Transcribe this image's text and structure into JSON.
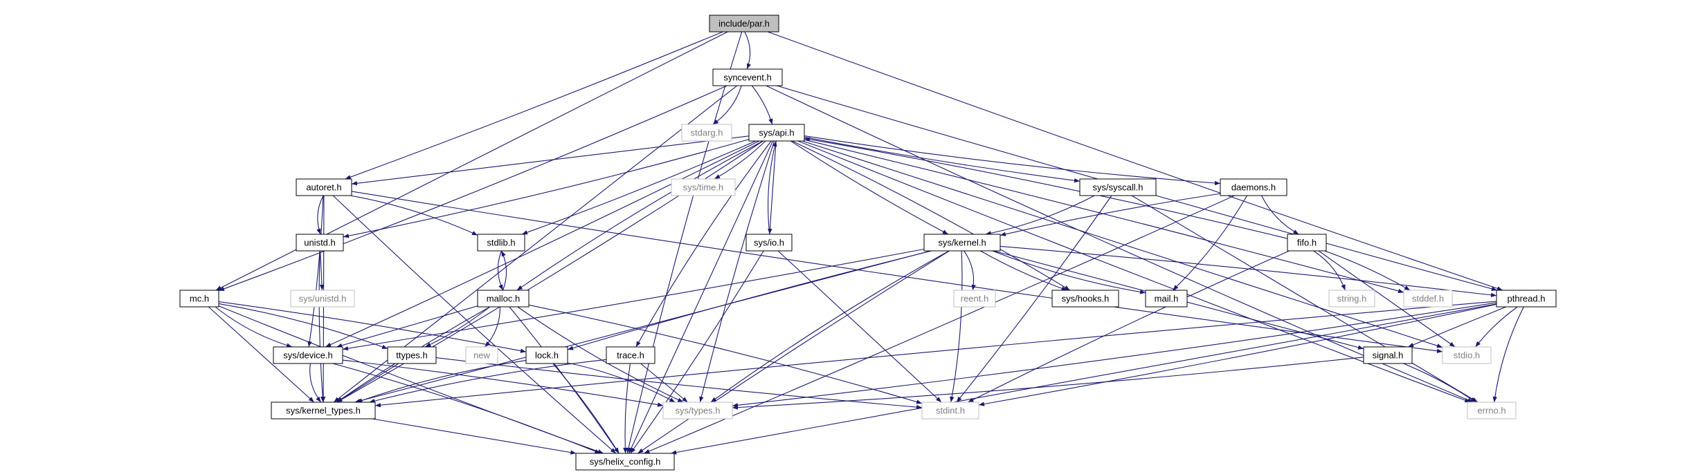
{
  "diagram": {
    "type": "include-dependency-graph",
    "root": "include/par.h",
    "colors": {
      "edge": "#191970",
      "root_fill": "#bfbfbf",
      "node_border": "#000000",
      "external_border": "#bfbfbf",
      "external_text": "#808080",
      "node_text": "#000000",
      "background": "#ffffff"
    },
    "nodes": [
      {
        "id": "par",
        "label": "include/par.h",
        "kind": "root"
      },
      {
        "id": "syncevent",
        "label": "syncevent.h",
        "kind": "file"
      },
      {
        "id": "stdarg",
        "label": "stdarg.h",
        "kind": "external"
      },
      {
        "id": "api",
        "label": "sys/api.h",
        "kind": "file"
      },
      {
        "id": "time",
        "label": "sys/time.h",
        "kind": "external"
      },
      {
        "id": "autoret",
        "label": "autoret.h",
        "kind": "file"
      },
      {
        "id": "syscall",
        "label": "sys/syscall.h",
        "kind": "file"
      },
      {
        "id": "daemons",
        "label": "daemons.h",
        "kind": "file"
      },
      {
        "id": "unistd",
        "label": "unistd.h",
        "kind": "file"
      },
      {
        "id": "stdlib",
        "label": "stdlib.h",
        "kind": "file"
      },
      {
        "id": "io",
        "label": "sys/io.h",
        "kind": "file"
      },
      {
        "id": "kernel",
        "label": "sys/kernel.h",
        "kind": "file"
      },
      {
        "id": "fifo",
        "label": "fifo.h",
        "kind": "file"
      },
      {
        "id": "sysunistd",
        "label": "sys/unistd.h",
        "kind": "external"
      },
      {
        "id": "mc",
        "label": "mc.h",
        "kind": "file"
      },
      {
        "id": "malloc",
        "label": "malloc.h",
        "kind": "file"
      },
      {
        "id": "reent",
        "label": "reent.h",
        "kind": "external"
      },
      {
        "id": "hooks",
        "label": "sys/hooks.h",
        "kind": "file"
      },
      {
        "id": "mail",
        "label": "mail.h",
        "kind": "file"
      },
      {
        "id": "string",
        "label": "string.h",
        "kind": "external"
      },
      {
        "id": "stddef",
        "label": "stddef.h",
        "kind": "external"
      },
      {
        "id": "pthread",
        "label": "pthread.h",
        "kind": "file"
      },
      {
        "id": "device",
        "label": "sys/device.h",
        "kind": "file"
      },
      {
        "id": "ttypes",
        "label": "ttypes.h",
        "kind": "file"
      },
      {
        "id": "new",
        "label": "new",
        "kind": "external"
      },
      {
        "id": "lock",
        "label": "lock.h",
        "kind": "file"
      },
      {
        "id": "trace",
        "label": "trace.h",
        "kind": "file"
      },
      {
        "id": "signal",
        "label": "signal.h",
        "kind": "file"
      },
      {
        "id": "stdio",
        "label": "stdio.h",
        "kind": "external"
      },
      {
        "id": "ktypes",
        "label": "sys/kernel_types.h",
        "kind": "file"
      },
      {
        "id": "types",
        "label": "sys/types.h",
        "kind": "external"
      },
      {
        "id": "stdint",
        "label": "stdint.h",
        "kind": "external"
      },
      {
        "id": "errno",
        "label": "errno.h",
        "kind": "external"
      },
      {
        "id": "helix",
        "label": "sys/helix_config.h",
        "kind": "file"
      }
    ],
    "edges": [
      [
        "par",
        "syncevent"
      ],
      [
        "par",
        "autoret"
      ],
      [
        "par",
        "mc"
      ],
      [
        "par",
        "pthread"
      ],
      [
        "par",
        "helix"
      ],
      [
        "syncevent",
        "stdarg"
      ],
      [
        "syncevent",
        "api"
      ],
      [
        "syncevent",
        "ktypes"
      ],
      [
        "syncevent",
        "pthread"
      ],
      [
        "syncevent",
        "errno"
      ],
      [
        "syncevent",
        "mc"
      ],
      [
        "api",
        "time"
      ],
      [
        "api",
        "autoret"
      ],
      [
        "api",
        "syscall"
      ],
      [
        "api",
        "daemons"
      ],
      [
        "api",
        "unistd"
      ],
      [
        "api",
        "stdlib"
      ],
      [
        "api",
        "io"
      ],
      [
        "api",
        "kernel"
      ],
      [
        "api",
        "malloc"
      ],
      [
        "api",
        "hooks"
      ],
      [
        "api",
        "stddef"
      ],
      [
        "api",
        "stdio"
      ],
      [
        "api",
        "types"
      ],
      [
        "api",
        "trace"
      ],
      [
        "api",
        "ktypes"
      ],
      [
        "api",
        "device"
      ],
      [
        "api",
        "helix"
      ],
      [
        "api",
        "errno"
      ],
      [
        "autoret",
        "unistd"
      ],
      [
        "autoret",
        "stdlib"
      ],
      [
        "autoret",
        "device"
      ],
      [
        "autoret",
        "ktypes"
      ],
      [
        "autoret",
        "helix"
      ],
      [
        "autoret",
        "stdio"
      ],
      [
        "syscall",
        "kernel"
      ],
      [
        "syscall",
        "stdint"
      ],
      [
        "syscall",
        "errno"
      ],
      [
        "daemons",
        "kernel"
      ],
      [
        "daemons",
        "fifo"
      ],
      [
        "daemons",
        "mail"
      ],
      [
        "daemons",
        "helix"
      ],
      [
        "unistd",
        "sysunistd"
      ],
      [
        "unistd",
        "ktypes"
      ],
      [
        "stdlib",
        "malloc"
      ],
      [
        "io",
        "api"
      ],
      [
        "io",
        "helix"
      ],
      [
        "io",
        "stdint"
      ],
      [
        "kernel",
        "hooks"
      ],
      [
        "kernel",
        "mail"
      ],
      [
        "kernel",
        "reent"
      ],
      [
        "kernel",
        "pthread"
      ],
      [
        "kernel",
        "signal"
      ],
      [
        "kernel",
        "lock"
      ],
      [
        "kernel",
        "types"
      ],
      [
        "kernel",
        "stdint"
      ],
      [
        "kernel",
        "device"
      ],
      [
        "kernel",
        "ktypes"
      ],
      [
        "kernel",
        "helix"
      ],
      [
        "fifo",
        "api"
      ],
      [
        "fifo",
        "string"
      ],
      [
        "fifo",
        "stddef"
      ],
      [
        "fifo",
        "stdio"
      ],
      [
        "fifo",
        "stdint"
      ],
      [
        "mc",
        "device"
      ],
      [
        "mc",
        "ttypes"
      ],
      [
        "mc",
        "lock"
      ],
      [
        "mc",
        "ktypes"
      ],
      [
        "mc",
        "helix"
      ],
      [
        "malloc",
        "stdlib"
      ],
      [
        "malloc",
        "new"
      ],
      [
        "malloc",
        "ttypes"
      ],
      [
        "malloc",
        "device"
      ],
      [
        "malloc",
        "ktypes"
      ],
      [
        "malloc",
        "types"
      ],
      [
        "malloc",
        "stdint"
      ],
      [
        "malloc",
        "helix"
      ],
      [
        "pthread",
        "signal"
      ],
      [
        "pthread",
        "stdio"
      ],
      [
        "pthread",
        "errno"
      ],
      [
        "pthread",
        "types"
      ],
      [
        "pthread",
        "stdint"
      ],
      [
        "pthread",
        "helix"
      ],
      [
        "pthread",
        "ktypes"
      ],
      [
        "device",
        "ktypes"
      ],
      [
        "device",
        "helix"
      ],
      [
        "device",
        "types"
      ],
      [
        "ttypes",
        "ktypes"
      ],
      [
        "ttypes",
        "stdint"
      ],
      [
        "lock",
        "ktypes"
      ],
      [
        "lock",
        "types"
      ],
      [
        "lock",
        "helix"
      ],
      [
        "trace",
        "types"
      ],
      [
        "trace",
        "helix"
      ],
      [
        "trace",
        "ktypes"
      ],
      [
        "signal",
        "types"
      ],
      [
        "signal",
        "errno"
      ],
      [
        "ktypes",
        "helix"
      ]
    ]
  }
}
